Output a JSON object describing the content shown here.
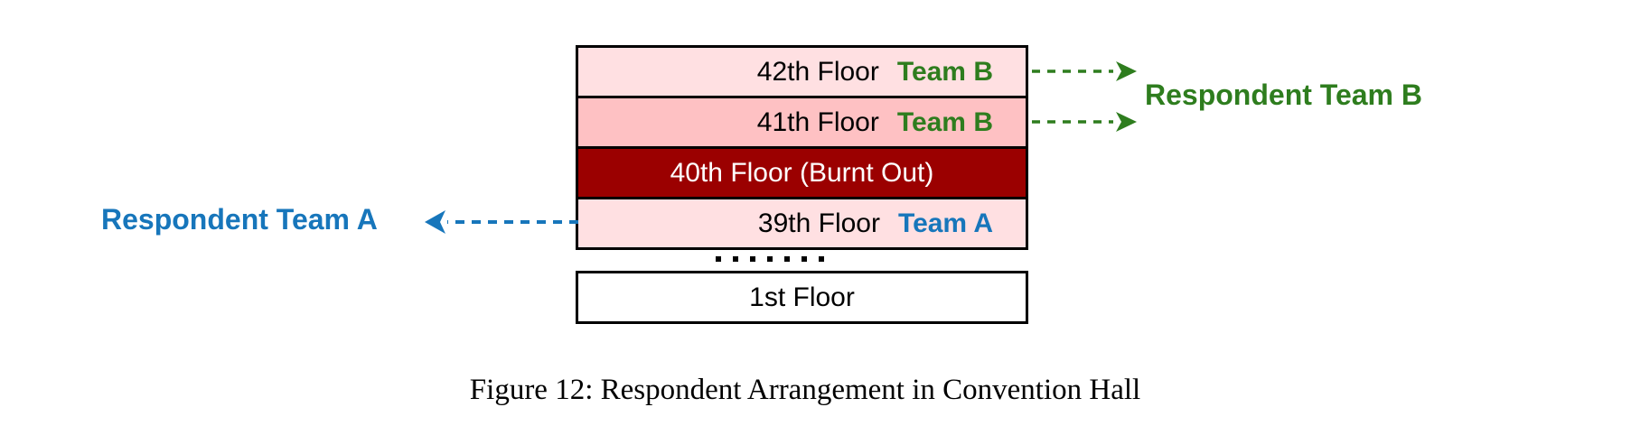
{
  "figure": {
    "caption": "Figure 12: Respondent Arrangement in Convention Hall"
  },
  "building": {
    "floors": [
      {
        "label": "42th Floor",
        "team": "Team B",
        "fill": "#FFE0E2",
        "team_color": "#2E7D1E",
        "text_color": "#000000"
      },
      {
        "label": "41th Floor",
        "team": "Team B",
        "fill": "#FEC1C3",
        "team_color": "#2E7D1E",
        "text_color": "#000000"
      },
      {
        "label": "40th Floor (Burnt Out)",
        "team": "",
        "fill": "#9B0000",
        "team_color": "",
        "text_color": "#FFFFFF"
      },
      {
        "label": "39th Floor",
        "team": "Team A",
        "fill": "#FFE0E2",
        "team_color": "#1776BB",
        "text_color": "#000000"
      }
    ],
    "ellipsis_dots": 7,
    "ground_floor": {
      "label": "1st Floor",
      "fill": "#FFFFFF"
    }
  },
  "annotations": {
    "left": {
      "label": "Respondent Team A",
      "color": "#1776BB",
      "arrow": "dashed-arrow-left"
    },
    "right": {
      "label": "Respondent Team B",
      "color": "#2E7D1E",
      "arrow": "dashed-arrow-right",
      "arrow_count": 2
    }
  },
  "colors": {
    "team_a_blue": "#1776BB",
    "team_b_green": "#2E7D1E",
    "floor_light_pink": "#FFE0E2",
    "floor_medium_pink": "#FEC1C3",
    "burnt_floor_red": "#9B0000",
    "border_black": "#000000",
    "background": "#FFFFFF"
  }
}
